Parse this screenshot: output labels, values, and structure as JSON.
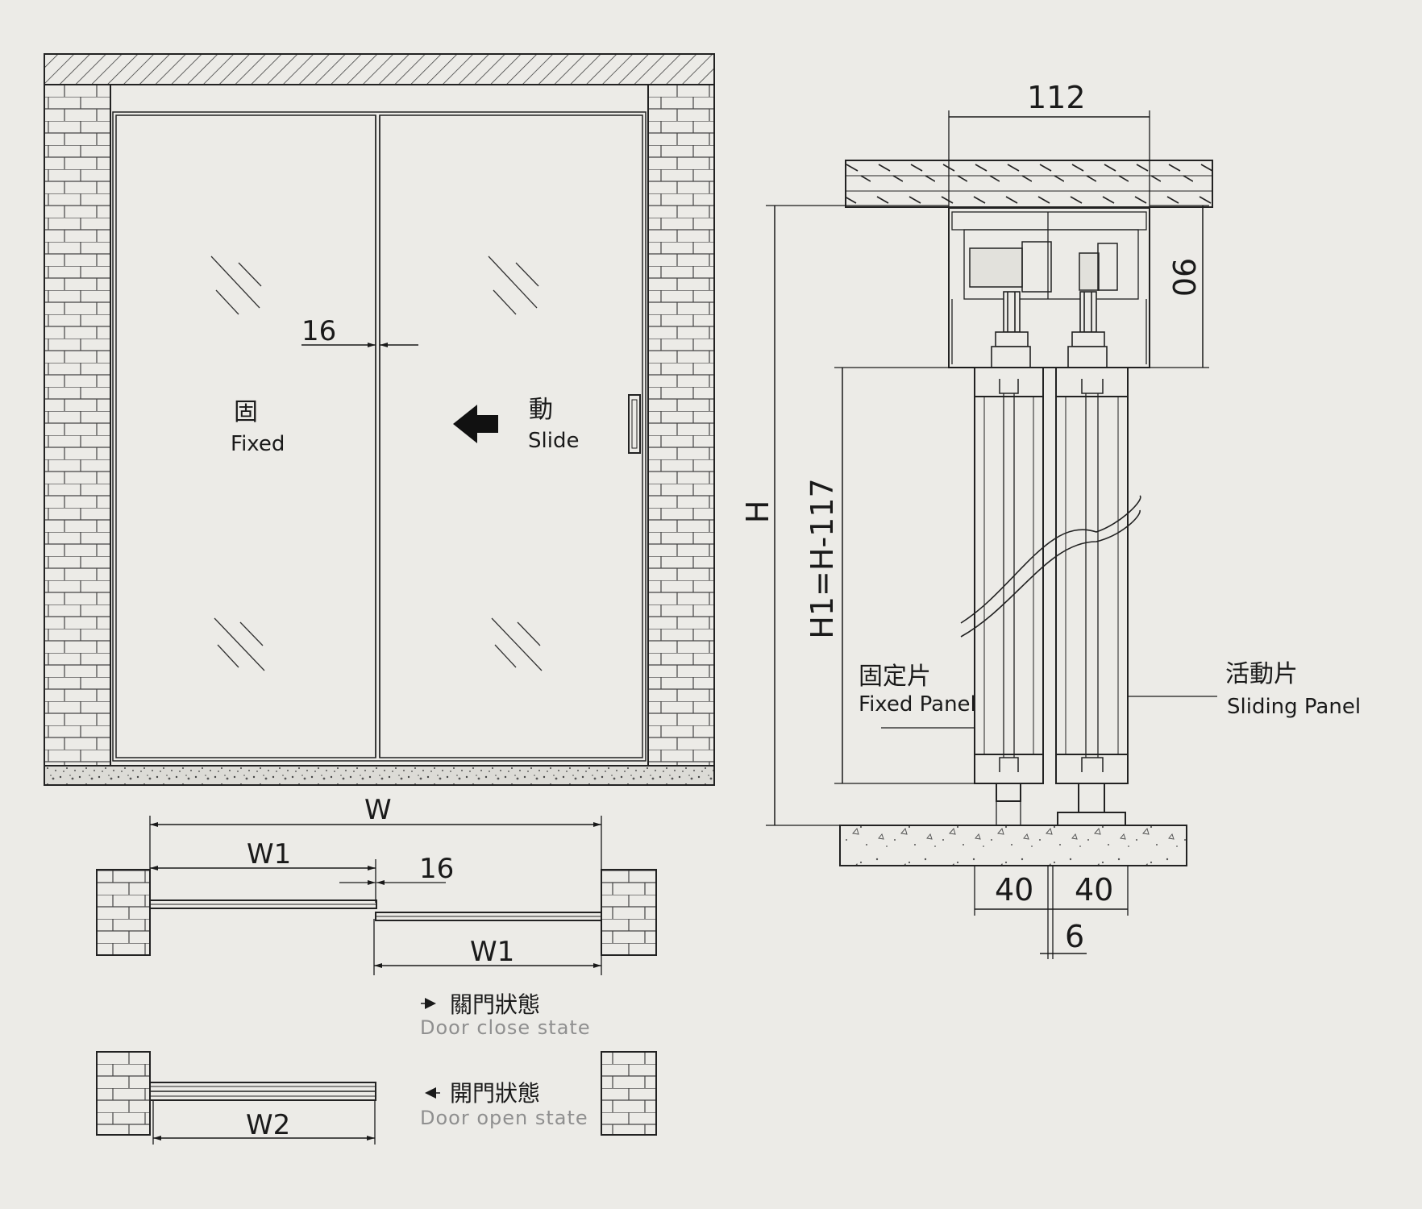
{
  "front_view": {
    "fixed_zh": "固",
    "fixed_en": "Fixed",
    "slide_zh": "動",
    "slide_en": "Slide",
    "gap_dim": "16"
  },
  "plan_view": {
    "width_total": "W",
    "width_panel": "W1",
    "width_panel_2": "W1",
    "gap_dim": "16",
    "width_open": "W2",
    "close_state_zh": "關門狀態",
    "close_state_en": "Door close state",
    "open_state_zh": "開門狀態",
    "open_state_en": "Door open state"
  },
  "section_view": {
    "top_width": "112",
    "header_height": "90",
    "overall_height": "H",
    "panel_height": "H1=H-117",
    "fixed_panel_zh": "固定片",
    "fixed_panel_en": "Fixed Panel",
    "sliding_panel_zh": "活動片",
    "sliding_panel_en": "Sliding Panel",
    "panel_thickness_1": "40",
    "panel_thickness_2": "40",
    "panel_gap": "6"
  },
  "colors": {
    "background": "#ecebe7",
    "line": "#1a1a1a",
    "legend_sub": "#8f8f8f"
  }
}
